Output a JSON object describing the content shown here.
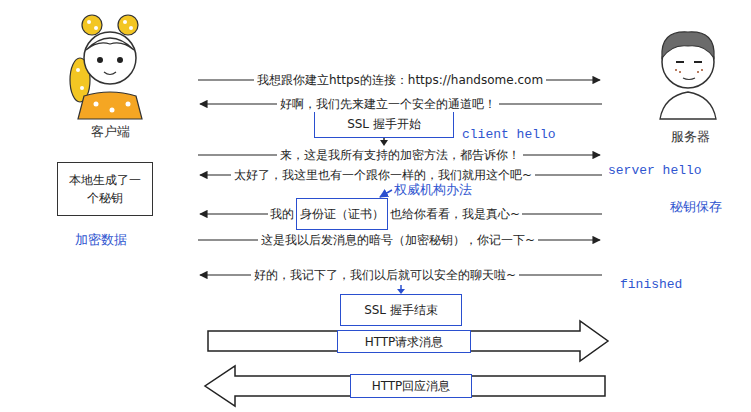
{
  "diagram": {
    "nodes": [
      {
        "text": [
          "SSL 握手开始"
        ]
      },
      {
        "text": [
          "本地生成了一个秘钥"
        ]
      },
      {
        "text": [
          "身份证（证书）"
        ]
      },
      {
        "text": [
          "SSL 握手结束"
        ]
      },
      {
        "text": [
          "HTTP请求消息"
        ]
      },
      {
        "text": [
          "HTTP回应消息"
        ]
      }
    ],
    "labels": [
      "我想跟你建立https的连接：https://handsome.com",
      "好啊，我们先来建立一个安全的通道吧！",
      "客户端",
      "服务器",
      "client hello",
      "来，这是我所有支持的加密方法，都告诉你！",
      "server hello",
      "太好了，我这里也有一个跟你一样的，我们就用这个吧~",
      "权威机构办法",
      "我的",
      "也给你看看，我是真心~",
      "秘钥保存",
      "加密数据",
      "这是我以后发消息的暗号（加密秘钥），你记一下~",
      "好的，我记下了，我们以后就可以安全的聊天啦~",
      "finished"
    ]
  }
}
